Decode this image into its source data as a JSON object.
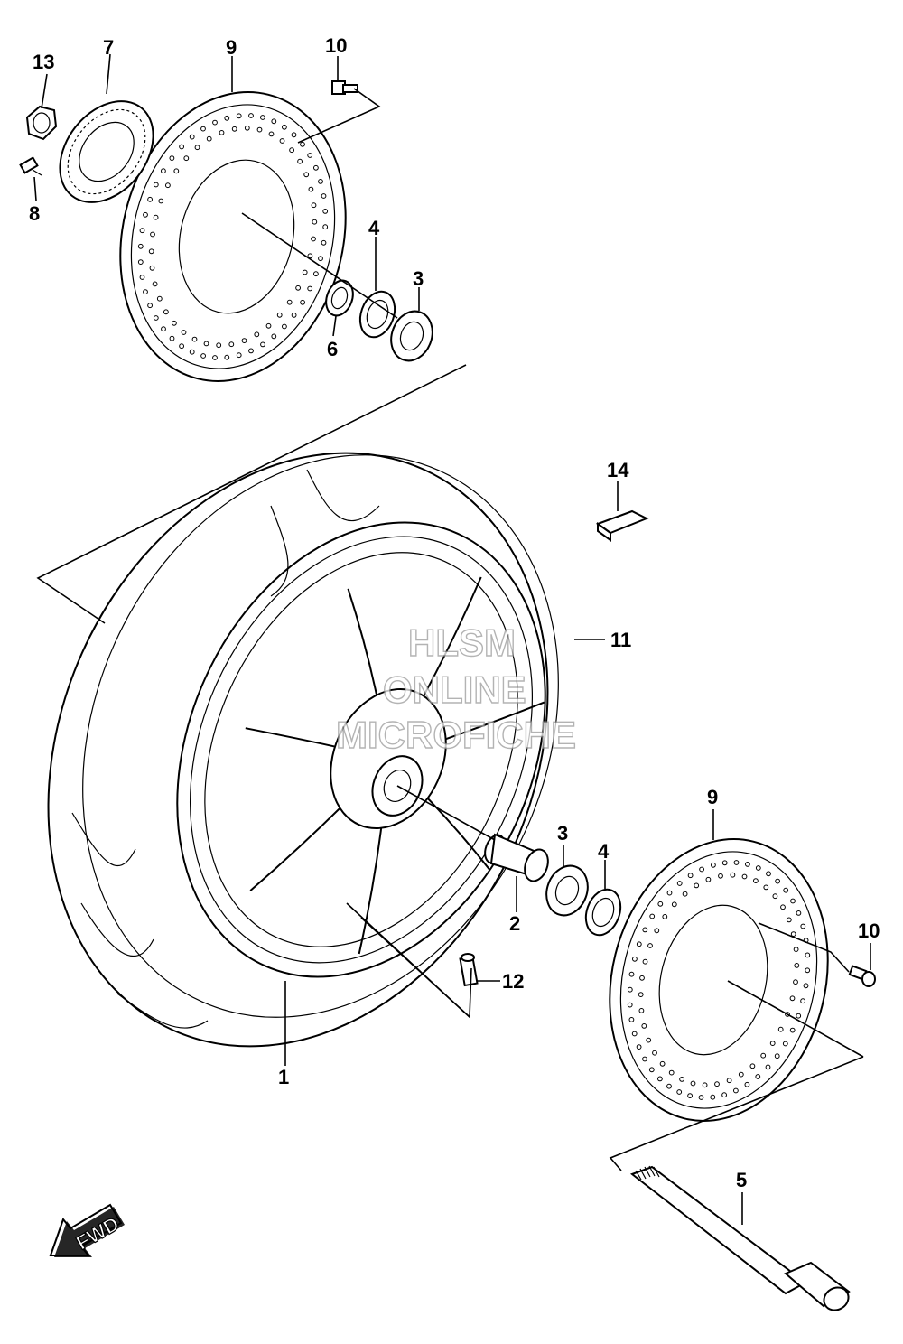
{
  "callouts": {
    "c1": "1",
    "c2": "2",
    "c3a": "3",
    "c3b": "3",
    "c4a": "4",
    "c4b": "4",
    "c5": "5",
    "c6": "6",
    "c7": "7",
    "c8": "8",
    "c9a": "9",
    "c9b": "9",
    "c10a": "10",
    "c10b": "10",
    "c11": "11",
    "c12": "12",
    "c13": "13",
    "c14": "14"
  },
  "watermark": {
    "line1": "HLSM",
    "line2": "ONLINE",
    "line3": "MICROFICHE"
  },
  "fwd_label": "FWD"
}
